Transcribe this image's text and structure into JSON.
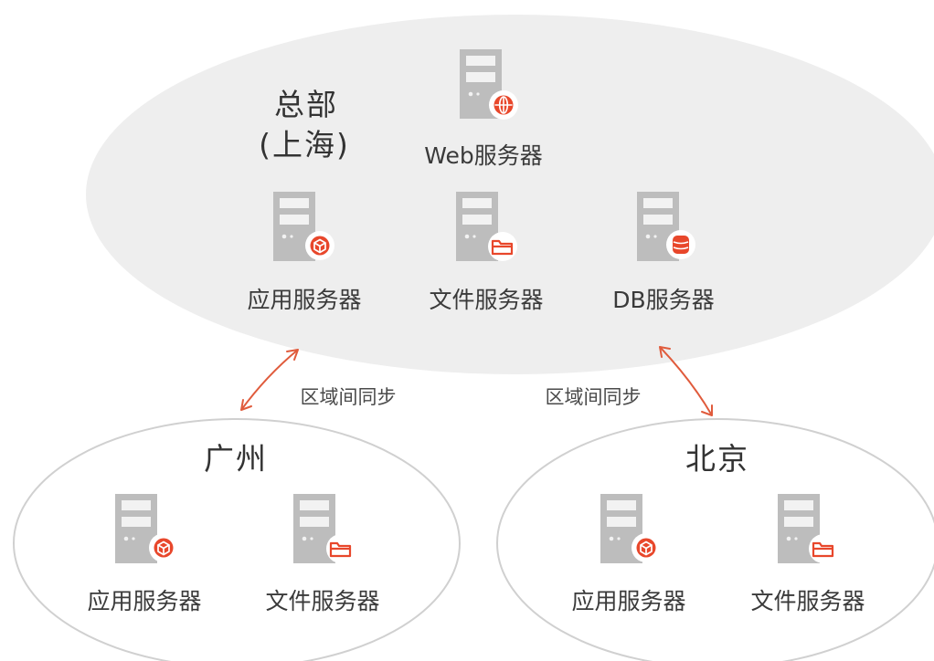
{
  "colors": {
    "server_body": "#bdbdbd",
    "server_slot": "#f2f2f2",
    "accent": "#e8472b",
    "hq_region_fill": "#eeeeee",
    "branch_region_stroke": "#d0d0d0"
  },
  "hq": {
    "title_line1": "总部",
    "title_line2": "(上海)",
    "servers": {
      "web": {
        "label": "Web服务器",
        "badge_icon": "globe-icon"
      },
      "app": {
        "label": "应用服务器",
        "badge_icon": "cube-icon"
      },
      "file": {
        "label": "文件服务器",
        "badge_icon": "folder-icon"
      },
      "db": {
        "label": "DB服务器",
        "badge_icon": "database-icon"
      }
    }
  },
  "guangzhou": {
    "title": "广州",
    "servers": {
      "app": {
        "label": "应用服务器",
        "badge_icon": "cube-icon"
      },
      "file": {
        "label": "文件服务器",
        "badge_icon": "folder-icon"
      }
    }
  },
  "beijing": {
    "title": "北京",
    "servers": {
      "app": {
        "label": "应用服务器",
        "badge_icon": "cube-icon"
      },
      "file": {
        "label": "文件服务器",
        "badge_icon": "folder-icon"
      }
    }
  },
  "sync": {
    "left_label": "区域间同步",
    "right_label": "区域间同步"
  }
}
